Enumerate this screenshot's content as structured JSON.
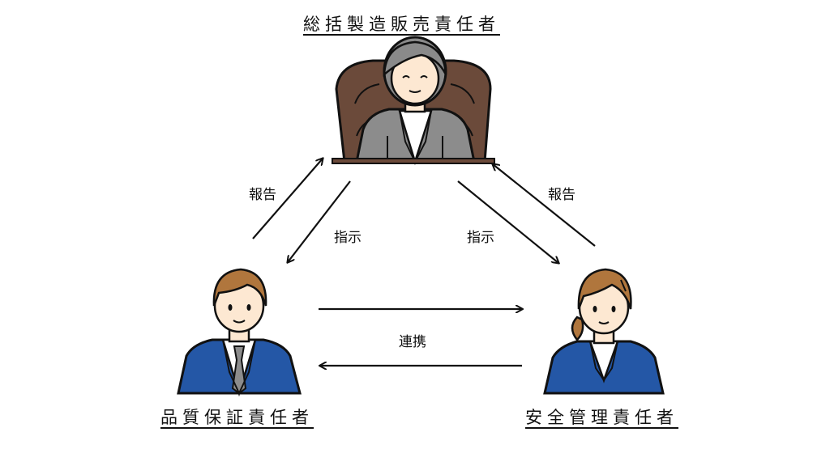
{
  "roles": {
    "top": "総括製造販売責任者",
    "left": "品質保証責任者",
    "right": "安全管理責任者"
  },
  "flows": {
    "report_left": "報告",
    "instruct_left": "指示",
    "instruct_right": "指示",
    "report_right": "報告",
    "collab": "連携"
  },
  "colors": {
    "chair": "#6b4a3a",
    "gray_suit": "#8c8c8c",
    "blue_suit": "#2457a6",
    "hair_gray": "#8a8a8a",
    "hair_brown": "#b0763d",
    "skin": "#fde8d2"
  }
}
